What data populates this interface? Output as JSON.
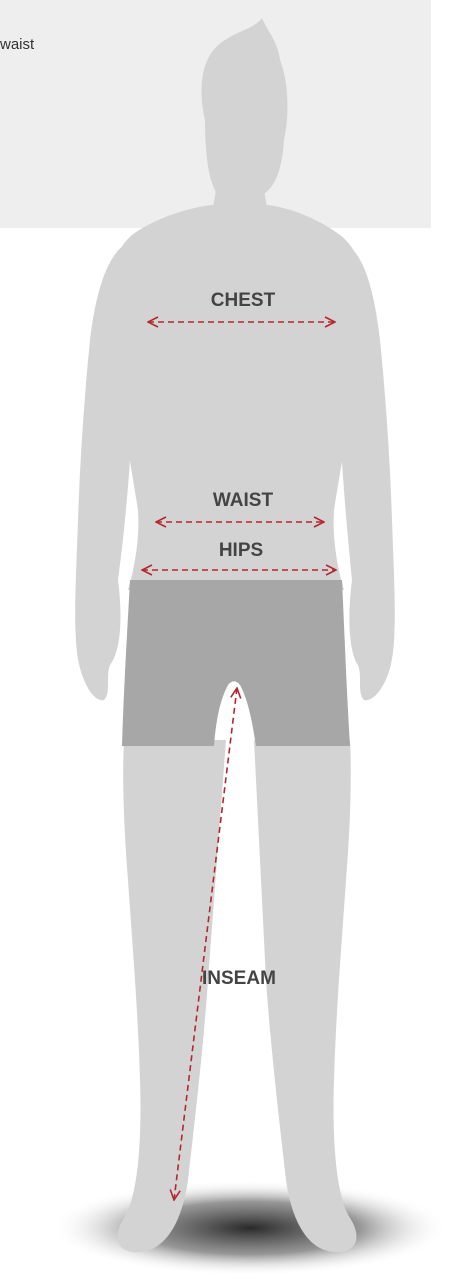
{
  "panel": {
    "text": "waist"
  },
  "labels": {
    "chest": "CHEST",
    "waist": "WAIST",
    "hips": "HIPS",
    "inseam": "INSEAM"
  },
  "colors": {
    "silhouette": "#d3d3d3",
    "shorts": "#a7a7a8",
    "arrow": "#b5272e",
    "panel": "#eeeeee",
    "label": "#444444"
  }
}
